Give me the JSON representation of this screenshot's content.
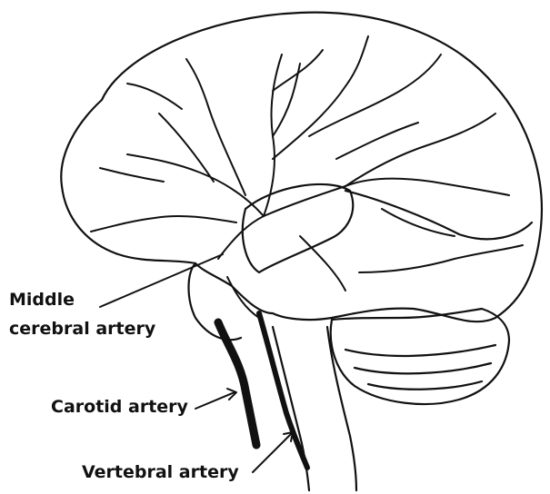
{
  "labels": {
    "middle_cerebral_line1": "Middle",
    "middle_cerebral_line2": "cerebral artery",
    "carotid": "Carotid artery",
    "vertebral": "Vertebral artery"
  }
}
